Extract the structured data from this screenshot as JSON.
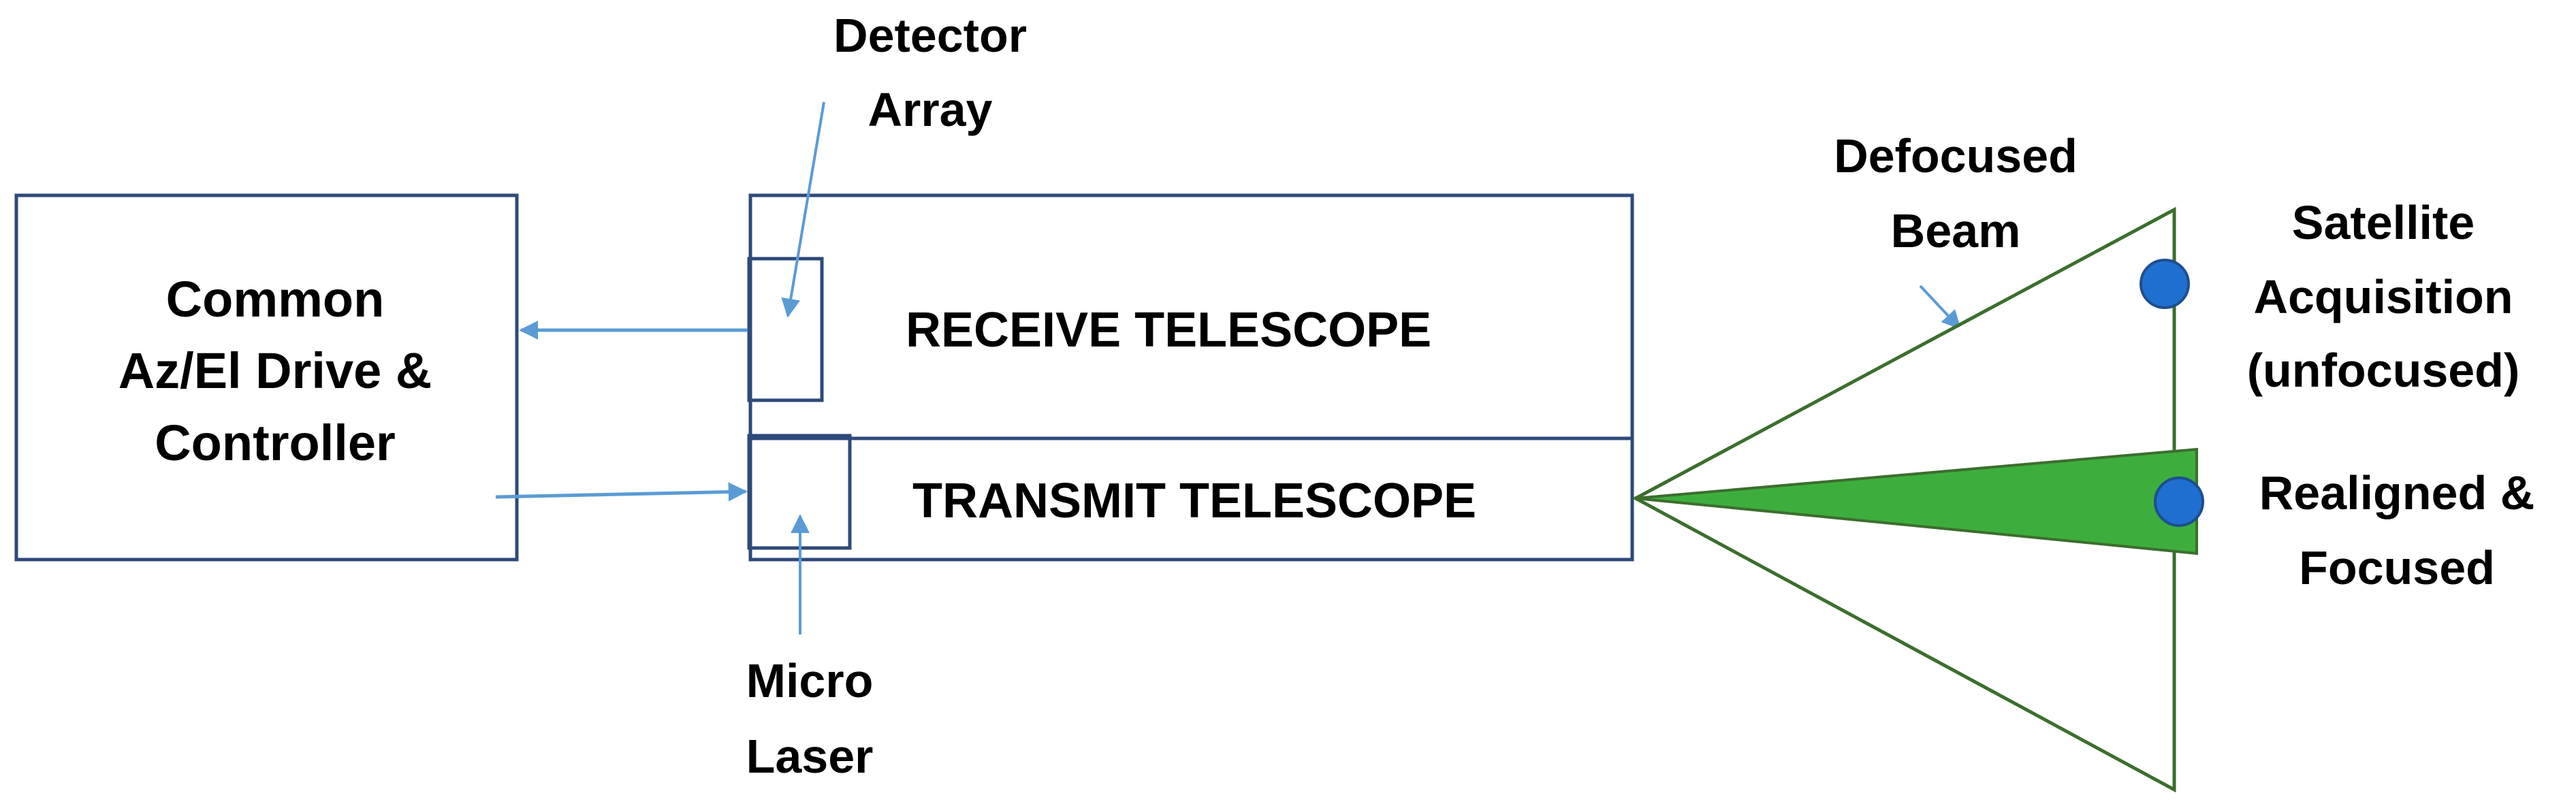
{
  "labels": {
    "controller_line1": "Common",
    "controller_line2": "Az/El Drive &",
    "controller_line3": "Controller",
    "receive_telescope": "RECEIVE TELESCOPE",
    "transmit_telescope": "TRANSMIT TELESCOPE",
    "detector_line1": "Detector",
    "detector_line2": "Array",
    "laser_line1": "Micro",
    "laser_line2": "Laser",
    "defocused_line1": "Defocused",
    "defocused_line2": "Beam",
    "acquisition_line1": "Satellite",
    "acquisition_line2": "Acquisition",
    "acquisition_line3": "(unfocused)",
    "realigned_line1": "Realigned &",
    "realigned_line2": "Focused"
  },
  "colors": {
    "box_stroke": "#2E4A7A",
    "arrow": "#5B9BD5",
    "beam_stroke": "#3C6E2E",
    "focused_fill": "#3DAE3D",
    "satellite_fill": "#1F6FD0",
    "satellite_stroke": "#1E4E8C",
    "text": "#000000"
  }
}
